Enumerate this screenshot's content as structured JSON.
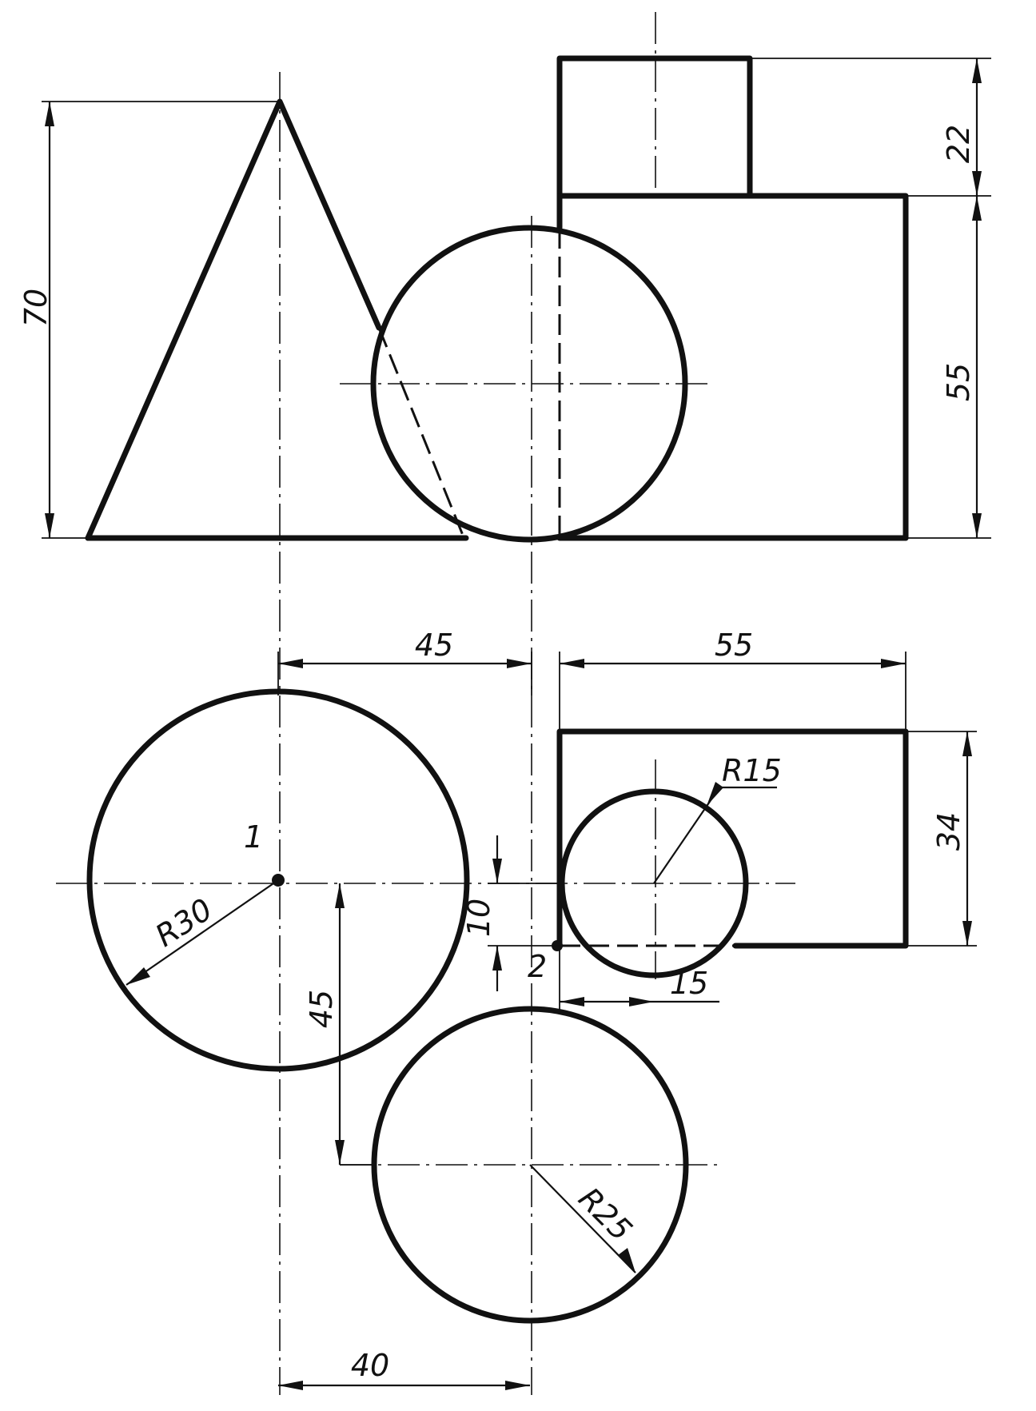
{
  "dimensions": {
    "height_70": "70",
    "height_22": "22",
    "height_55": "55",
    "width_45_top": "45",
    "width_55": "55",
    "depth_34": "34",
    "radius_15": "R15",
    "offset_10": "10",
    "offset_15": "15",
    "radius_30": "R30",
    "vertical_45": "45",
    "radius_25": "R25",
    "width_40": "40"
  },
  "points": {
    "point_1": "1",
    "point_2": "2"
  },
  "colors": {
    "line": "#111111",
    "background": "#ffffff"
  }
}
